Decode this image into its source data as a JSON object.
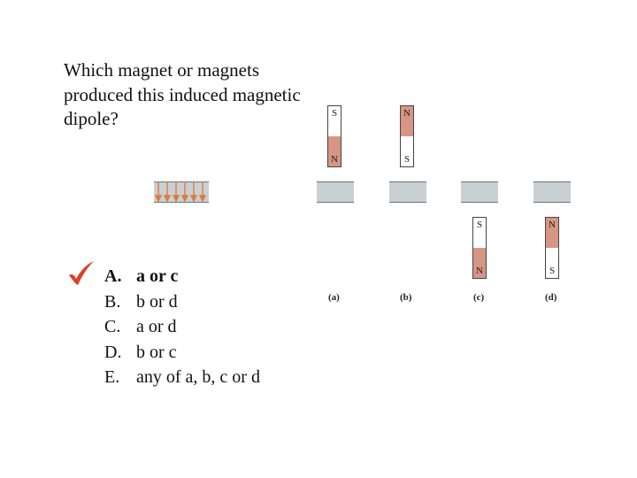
{
  "question": {
    "lines": [
      "Which magnet or magnets",
      "produced this induced magnetic",
      "dipole?"
    ]
  },
  "answers": [
    {
      "letter": "A.",
      "text": "a or c",
      "correct": true
    },
    {
      "letter": "B.",
      "text": "b or d",
      "correct": false
    },
    {
      "letter": "C.",
      "text": "a or d",
      "correct": false
    },
    {
      "letter": "D.",
      "text": "b or c",
      "correct": false
    },
    {
      "letter": "E.",
      "text": "any of a, b, c or d",
      "correct": false
    }
  ],
  "figure": {
    "magnets": [
      {
        "id": "a",
        "label": "(a)",
        "top_pole": "S",
        "bottom_pole": "N",
        "position": "above"
      },
      {
        "id": "b",
        "label": "(b)",
        "top_pole": "N",
        "bottom_pole": "S",
        "position": "above"
      },
      {
        "id": "c",
        "label": "(c)",
        "top_pole": "S",
        "bottom_pole": "N",
        "position": "below"
      },
      {
        "id": "d",
        "label": "(d)",
        "top_pole": "N",
        "bottom_pole": "S",
        "position": "below"
      }
    ],
    "colors": {
      "north_pole": "#d79683",
      "south_pole": "#ffffff",
      "plate": "#c9d0d4",
      "field_arrows": "#e07a3c",
      "checkmark": "#d9412b"
    }
  }
}
